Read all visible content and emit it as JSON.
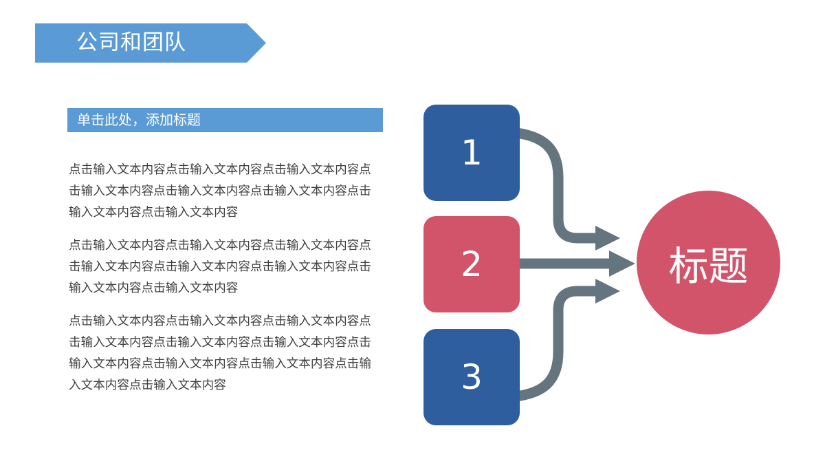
{
  "header": {
    "title": "公司和团队"
  },
  "section": {
    "heading": "单击此处，添加标题"
  },
  "paragraphs": [
    "点击输入文本内容点击输入文本内容点击输入文本内容点击输入文本内容点击输入文本内容点击输入文本内容点击输入文本内容点击输入文本内容",
    "点击输入文本内容点击输入文本内容点击输入文本内容点击输入文本内容点击输入文本内容点击输入文本内容点击输入文本内容点击输入文本内容",
    "点击输入文本内容点击输入文本内容点击输入文本内容点击输入文本内容点击输入文本内容点击输入文本内容点击输入文本内容点击输入文本内容点击输入文本内容点击输入文本内容点击输入文本内容"
  ],
  "diagram": {
    "steps": [
      {
        "label": "1",
        "color": "#2f5e9e"
      },
      {
        "label": "2",
        "color": "#d2546a"
      },
      {
        "label": "3",
        "color": "#2f5e9e"
      }
    ],
    "target": {
      "label": "标题",
      "color": "#d2546a"
    },
    "arrow_color": "#64757f",
    "banner_color": "#5b9bd5"
  }
}
